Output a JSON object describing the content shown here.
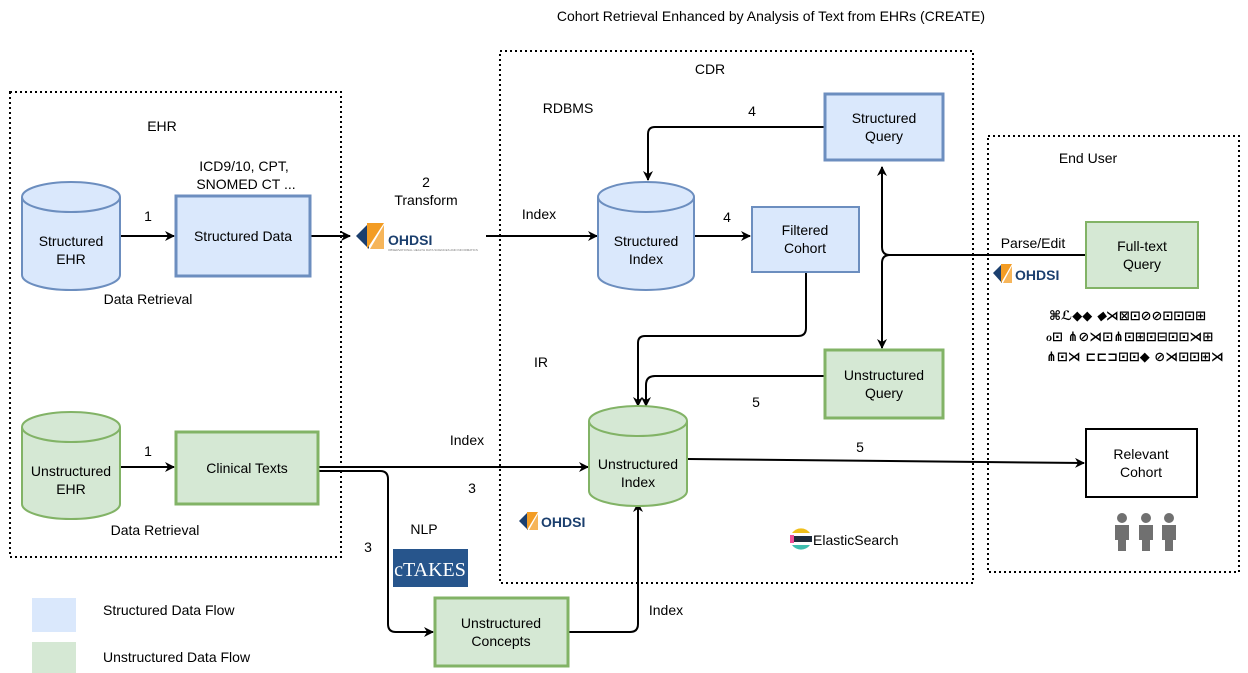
{
  "title": "Cohort Retrieval Enhanced by Analysis of Text from EHRs (CREATE)",
  "regions": {
    "ehr": "EHR",
    "cdr": "CDR",
    "end_user": "End User",
    "rdbms": "RDBMS",
    "ir": "IR"
  },
  "nodes": {
    "structured_ehr": [
      "Structured",
      "EHR"
    ],
    "unstructured_ehr": [
      "Unstructured",
      "EHR"
    ],
    "structured_data": "Structured Data",
    "clinical_texts": "Clinical Texts",
    "structured_index": [
      "Structured",
      "Index"
    ],
    "unstructured_index": [
      "Unstructured",
      "Index"
    ],
    "filtered_cohort": [
      "Filtered",
      "Cohort"
    ],
    "structured_query": [
      "Structured",
      "Query"
    ],
    "unstructured_query": [
      "Unstructured",
      "Query"
    ],
    "full_text_query": [
      "Full-text",
      "Query"
    ],
    "relevant_cohort": [
      "Relevant",
      "Cohort"
    ],
    "unstructured_concepts": [
      "Unstructured",
      "Concepts"
    ]
  },
  "labels": {
    "data_retrieval": "Data Retrieval",
    "icd_codes": [
      "ICD9/10, CPT,",
      "SNOMED CT ..."
    ],
    "transform_step": "2",
    "transform": "Transform",
    "index": "Index",
    "nlp": "NLP",
    "parse_edit": "Parse/Edit",
    "elasticsearch": "ElasticSearch",
    "step_1": "1",
    "step_3": "3",
    "step_4": "4",
    "step_5": "5"
  },
  "logos": {
    "ohdsi": "OHDSI",
    "ohdsi_tagline": "OBSERVATIONAL HEALTH DATA SCIENCES AND INFORMATICS",
    "ctakes": "cTAKES"
  },
  "legend": {
    "structured": "Structured Data Flow",
    "unstructured": "Unstructured Data Flow"
  },
  "colors": {
    "structured_fill": "#dae8fc",
    "structured_stroke": "#6c8ebf",
    "unstructured_fill": "#d5e8d4",
    "unstructured_stroke": "#82b366",
    "ohdsi_orange": "#f39c23",
    "ohdsi_blue": "#1b3f6e",
    "ctakes_blue": "#27558c"
  }
}
